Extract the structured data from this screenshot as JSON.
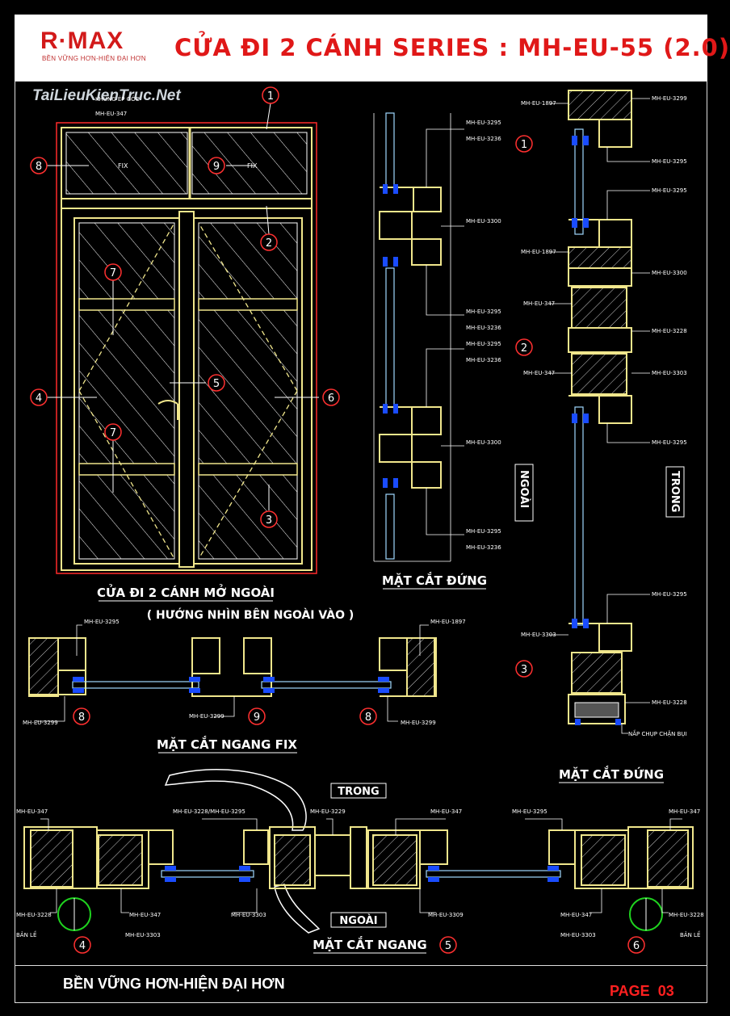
{
  "header": {
    "logo": "R·MAX",
    "logo_tagline": "BỀN VỮNG HƠN-HIỆN ĐẠI HƠN",
    "title": "CỬA ĐI 2 CÁNH SERIES : MH-EU-55 (2.0)"
  },
  "watermark": "TaiLieuKienTruc.Net",
  "elevation": {
    "caption": "CỬA ĐI 2 CÁNH MỞ NGOÀI",
    "subcaption": "( HƯỚNG NHÌN BÊN NGOÀI VÀO )",
    "note_corner": "KHUNG ÉP GÓC",
    "note_code": "MH-EU-347",
    "fix_left": "FIX",
    "fix_right": "FIX",
    "markers": [
      "1",
      "2",
      "3",
      "4",
      "5",
      "6",
      "7",
      "7",
      "8",
      "9"
    ]
  },
  "vertical_section_left": {
    "caption": "MẶT CẮT ĐỨNG",
    "label_out": "NGOÀI",
    "codes": [
      "MH-EU-3295",
      "MH-EU-3236",
      "MH-EU-3300",
      "MH-EU-3295",
      "MH-EU-3236",
      "MH-EU-3295",
      "MH-EU-3236",
      "MH-EU-3300",
      "MH-EU-3295",
      "MH-EU-3236"
    ]
  },
  "vertical_section_right": {
    "caption": "MẶT CẮT ĐỨNG",
    "label_in": "TRONG",
    "codes_right": [
      "MH-EU-3299",
      "MH-EU-3295",
      "MH-EU-3295",
      "MH-EU-3300",
      "MH-EU-3228",
      "MH-EU-3303",
      "MH-EU-3295",
      "MH-EU-3295",
      "MH-EU-3228"
    ],
    "codes_left": [
      "MH-EU-1897",
      "MH-EU-1897",
      "MH-EU-347",
      "MH-EU-347",
      "MH-EU-3303"
    ],
    "note_bottom": "NẮP CHỤP CHẶN BỤI",
    "markers": [
      "1",
      "2",
      "3"
    ]
  },
  "fix_section": {
    "caption": "MẶT CẮT NGANG FIX",
    "codes_top": [
      "MH-EU-3295",
      "MH-EU-1897"
    ],
    "codes_bottom": [
      "MH-EU-3299",
      "MH-EU-3299",
      "MH-EU-3299"
    ],
    "markers": [
      "8",
      "9",
      "8"
    ]
  },
  "horizontal_section": {
    "caption": "MẶT CẮT NGANG",
    "label_in": "TRONG",
    "label_out": "NGOÀI",
    "codes_top": [
      "MH-EU-347",
      "MH-EU-3228/MH-EU-3295",
      "MH-EU-3229",
      "MH-EU-347",
      "MH-EU-3295",
      "MH-EU-347"
    ],
    "codes_bottom": [
      "MH-EU-3228",
      "MH-EU-347",
      "MH-EU-3303",
      "MH-EU-3303",
      "MH-EU-3309",
      "MH-EU-347",
      "MH-EU-3303",
      "MH-EU-3228"
    ],
    "hinge_left": "BẢN LỀ",
    "hinge_right": "BẢN LỀ",
    "markers": [
      "4",
      "5",
      "6"
    ]
  },
  "footer": {
    "slogan": "BỀN VỮNG HƠN-HIỆN ĐẠI HƠN",
    "page_label": "PAGE",
    "page_number": "03"
  }
}
